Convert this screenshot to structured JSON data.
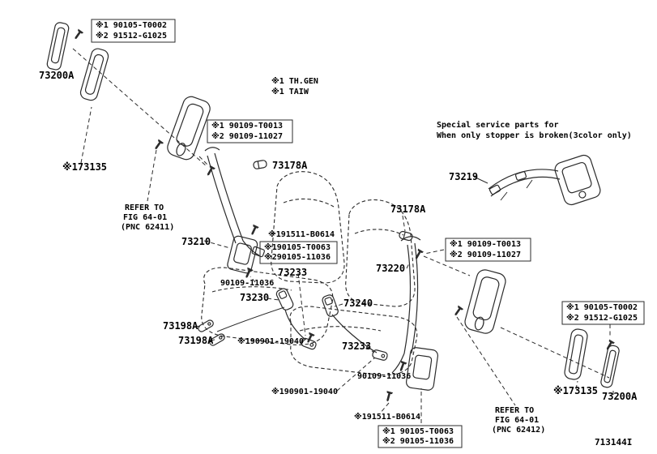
{
  "diagram": {
    "figure_id": "713144I"
  },
  "colors": {
    "line": "#2b2b2b",
    "background": "#ffffff"
  },
  "labels": [
    {
      "name": "note-90105-T0002-top-left",
      "text": "※1 90105-T0002"
    },
    {
      "name": "note-91512-G1025-top-left",
      "text": "※2 91512-G1025"
    },
    {
      "name": "part-73200A-left",
      "text": "73200A"
    },
    {
      "name": "note-th-gen",
      "text": "※1 TH.GEN"
    },
    {
      "name": "note-taiw",
      "text": "※1 TAIW"
    },
    {
      "name": "note-90109-T0013-left",
      "text": "※1 90109-T0013"
    },
    {
      "name": "note-90109-11027-left",
      "text": "※2 90109-11027"
    },
    {
      "name": "special-service-note-line1",
      "text": "Special service parts for"
    },
    {
      "name": "special-service-note-line2",
      "text": "When only stopper is broken(3color only)"
    },
    {
      "name": "part-73135-left",
      "text": "※173135"
    },
    {
      "name": "part-73178A-top",
      "text": "73178A"
    },
    {
      "name": "part-73219",
      "text": "73219"
    },
    {
      "name": "refer-note-1-line1",
      "text": "REFER TO"
    },
    {
      "name": "refer-note-1-line2",
      "text": "FIG 64-01"
    },
    {
      "name": "refer-note-1-line3",
      "text": "(PNC 62411)"
    },
    {
      "name": "part-73210",
      "text": "73210"
    },
    {
      "name": "note-91511-B0614-left",
      "text": "※191511-B0614"
    },
    {
      "name": "note-90105-T0063-left",
      "text": "※190105-T0063"
    },
    {
      "name": "note-90105-11036-left",
      "text": "※290105-11036"
    },
    {
      "name": "part-73178A-right",
      "text": "73178A"
    },
    {
      "name": "note-90109-T0013-right",
      "text": "※1 90109-T0013"
    },
    {
      "name": "note-90109-11027-right",
      "text": "※2 90109-11027"
    },
    {
      "name": "part-73220",
      "text": "73220"
    },
    {
      "name": "part-73233-left",
      "text": "73233"
    },
    {
      "name": "note-90109-11036-left",
      "text": "90109-11036"
    },
    {
      "name": "part-73230",
      "text": "73230"
    },
    {
      "name": "part-73240",
      "text": "73240"
    },
    {
      "name": "part-73198A-1",
      "text": "73198A"
    },
    {
      "name": "part-73198A-2",
      "text": "73198A"
    },
    {
      "name": "note-90901-19040-upper",
      "text": "※190901-19040"
    },
    {
      "name": "part-73233-right",
      "text": "73233"
    },
    {
      "name": "note-90109-11036-right",
      "text": "90109-11036"
    },
    {
      "name": "note-90901-19040-lower",
      "text": "※190901-19040"
    },
    {
      "name": "note-90105-T0002-right",
      "text": "※1 90105-T0002"
    },
    {
      "name": "note-91512-G1025-right",
      "text": "※2 91512-G1025"
    },
    {
      "name": "part-73135-right",
      "text": "※173135"
    },
    {
      "name": "part-73200A-right",
      "text": "73200A"
    },
    {
      "name": "refer-note-2-line1",
      "text": "REFER TO"
    },
    {
      "name": "refer-note-2-line2",
      "text": "FIG 64-01"
    },
    {
      "name": "refer-note-2-line3",
      "text": "(PNC 62412)"
    },
    {
      "name": "note-91511-B0614-bottom",
      "text": "※191511-B0614"
    },
    {
      "name": "note-90105-T0063-bottom",
      "text": "※1 90105-T0063"
    },
    {
      "name": "note-90105-11036-bottom",
      "text": "※2 90105-11036"
    }
  ]
}
